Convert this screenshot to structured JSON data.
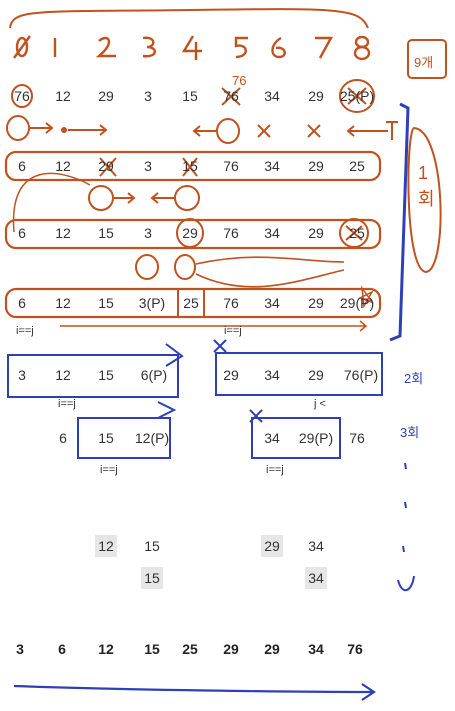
{
  "indices": [
    "0",
    "1",
    "2",
    "3",
    "4",
    "5",
    "6",
    "7",
    "8"
  ],
  "handwritten_header": "9개",
  "side_labels": [
    "1회",
    "2회",
    "3회"
  ],
  "rows": [
    {
      "name": "row-initial",
      "values": [
        "76",
        "12",
        "29",
        "3",
        "15",
        "76",
        "34",
        "29",
        "25(P)"
      ]
    },
    {
      "name": "row-swap-1",
      "values": [
        "6",
        "12",
        "29",
        "3",
        "15",
        "76",
        "34",
        "29",
        "25"
      ]
    },
    {
      "name": "row-swap-2",
      "values": [
        "6",
        "12",
        "15",
        "3",
        "29",
        "76",
        "34",
        "29",
        "25"
      ]
    },
    {
      "name": "row-pass-1",
      "values": [
        "6",
        "12",
        "15",
        "3(P)",
        "25",
        "76",
        "34",
        "29",
        "29(P)"
      ]
    },
    {
      "name": "row-pass-2",
      "values": [
        "3",
        "12",
        "15",
        "6(P)",
        "",
        "29",
        "34",
        "29",
        "76(P)"
      ]
    },
    {
      "name": "row-pass-3",
      "values": [
        "",
        "6",
        "15",
        "12(P)",
        "",
        "",
        "34",
        "29(P)",
        "76"
      ]
    },
    {
      "name": "row-step-4",
      "values": [
        "",
        "",
        "12",
        "15",
        "",
        "",
        "29",
        "34",
        ""
      ]
    },
    {
      "name": "row-step-5",
      "values": [
        "",
        "",
        "",
        "15",
        "",
        "",
        "",
        "34",
        ""
      ]
    },
    {
      "name": "row-sorted",
      "values": [
        "3",
        "6",
        "12",
        "15",
        "25",
        "29",
        "29",
        "34",
        "76"
      ]
    }
  ],
  "pointer_notes": {
    "row_pass_1_left": "i==j",
    "row_pass_1_mid": "i==j",
    "row_pass_2_left": "i==j",
    "row_pass_2_right": "j <",
    "row_pass_3_left": "i==j",
    "row_pass_3_right": "i==j"
  },
  "colors": {
    "orange_ink": "#c0521f",
    "blue_ink": "#2e3fb8",
    "text": "#333333",
    "highlight": "#e6e6e6"
  }
}
